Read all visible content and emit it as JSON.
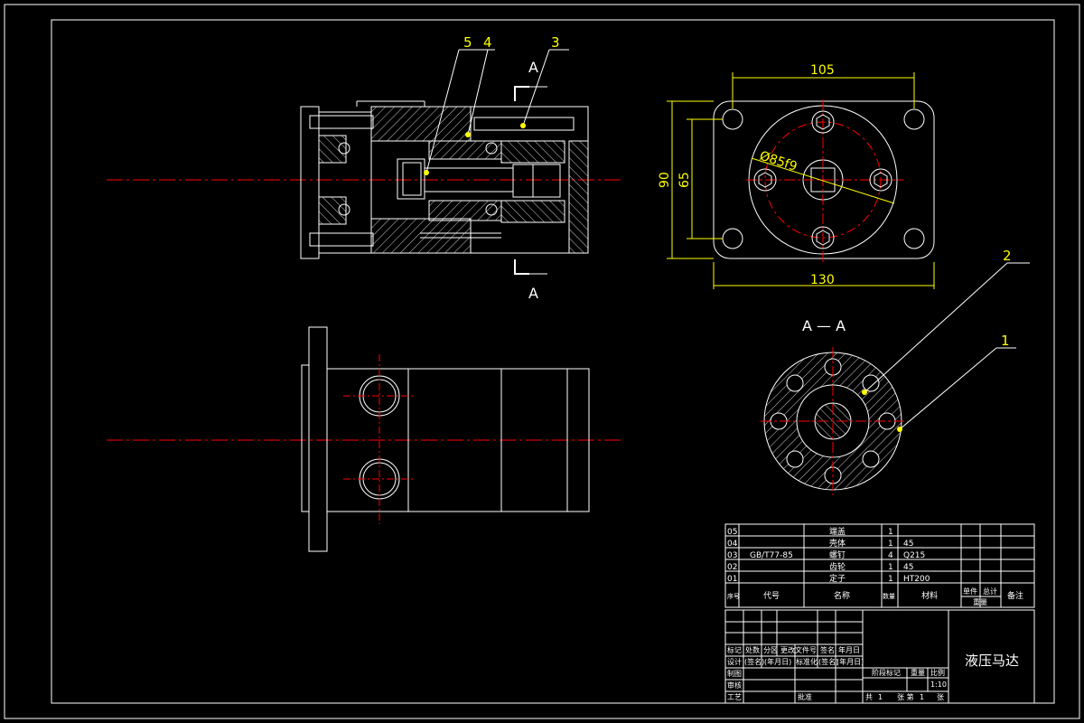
{
  "drawing": {
    "title": "液压马达",
    "scale": "1:10",
    "sheet_info": {
      "total_label": "共",
      "total_count": "1",
      "sheet_label": "张 第",
      "sheet_no": "1",
      "sheet_suffix": "张"
    },
    "section_label": "A — A",
    "section_mark_top": "A",
    "section_mark_bottom": "A"
  },
  "callouts": [
    {
      "id": "callout-1",
      "label": "1"
    },
    {
      "id": "callout-2",
      "label": "2"
    },
    {
      "id": "callout-3",
      "label": "3"
    },
    {
      "id": "callout-4",
      "label": "4"
    },
    {
      "id": "callout-5",
      "label": "5"
    }
  ],
  "dimensions": {
    "top_width": "105",
    "bottom_width": "130",
    "height_outer": "90",
    "height_inner": "65",
    "pilot_dia": "Ø85f9"
  },
  "bom": {
    "rows": [
      {
        "no": "05",
        "code": "",
        "name": "端盖",
        "qty": "1",
        "material": "",
        "weight_unit": "",
        "weight_total": "",
        "remark": ""
      },
      {
        "no": "04",
        "code": "",
        "name": "壳体",
        "qty": "1",
        "material": "45",
        "weight_unit": "",
        "weight_total": "",
        "remark": ""
      },
      {
        "no": "03",
        "code": "GB/T77-85",
        "name": "螺钉",
        "qty": "4",
        "material": "Q215",
        "weight_unit": "",
        "weight_total": "",
        "remark": ""
      },
      {
        "no": "02",
        "code": "",
        "name": "齿轮",
        "qty": "1",
        "material": "45",
        "weight_unit": "",
        "weight_total": "",
        "remark": ""
      },
      {
        "no": "01",
        "code": "",
        "name": "定子",
        "qty": "1",
        "material": "HT200",
        "weight_unit": "",
        "weight_total": "",
        "remark": ""
      }
    ],
    "header": {
      "no": "序号",
      "code": "代号",
      "name": "名称",
      "qty": "数量",
      "material": "材料",
      "weight_unit": "单件",
      "weight_total": "总计",
      "weight": "重量",
      "remark": "备注"
    }
  },
  "title_block": {
    "row_labels": [
      "标记",
      "处数",
      "分区",
      "更改文件号",
      "签名",
      "年月日"
    ],
    "design_row": [
      "设计",
      "(签名)",
      "(年月日)",
      "标准化",
      "(签名)",
      "(年月日)"
    ],
    "left_labels": [
      "制图",
      "审核",
      "工艺"
    ],
    "approve_label": "批准",
    "stage_label": "阶段标记",
    "weight_label": "重量",
    "scale_label": "比例"
  }
}
